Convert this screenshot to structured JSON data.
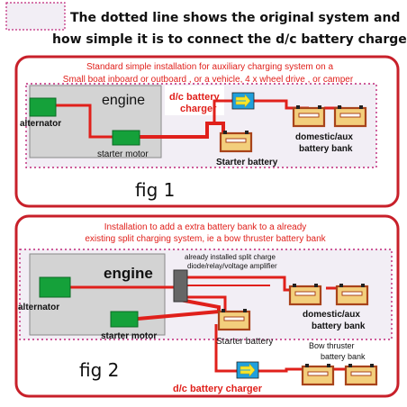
{
  "header": {
    "line1": "The dotted line shows the original system and",
    "line2": "how simple it is to connect the d/c battery charger"
  },
  "fig1": {
    "caption1": "Standard simple installation for auxiliary charging system on a",
    "caption2": "Small boat inboard or outboard , or a vehicle,  4 x wheel drive , or camper",
    "engine": "engine",
    "alternator": "alternator",
    "starter_motor": "starter motor",
    "starter_battery": "Starter battery",
    "dc_charger_l1": "d/c battery",
    "dc_charger_l2": "charger",
    "domestic_l1": "domestic/aux",
    "domestic_l2": "battery bank",
    "fig_label": "fig 1"
  },
  "fig2": {
    "caption1": "Installation to add a extra battery bank to a already",
    "caption2": "existing split charging system, ie a bow thruster battery bank",
    "engine": "engine",
    "alternator": "alternator",
    "starter_motor": "starter motor",
    "starter_battery": "Starter battery",
    "split_l1": "already installed split charge",
    "split_l2": "diode/relay/voltage amplifier",
    "domestic_l1": "domestic/aux",
    "domestic_l2": "battery bank",
    "bow_l1": "Bow thruster",
    "bow_l2": "battery bank",
    "dc_charger": "d/c battery charger",
    "fig_label": "fig 2"
  },
  "colors": {
    "frame": "#c8202a",
    "wire": "#e0201b",
    "dotted": "#c0287a",
    "component_green": "#15a13a",
    "battery_fill": "#f3cf7c",
    "battery_border": "#a8431a",
    "charger_blue": "#1fa0dc",
    "arrow_yellow": "#f7e52b",
    "engine_gray": "#d3d3d3"
  }
}
